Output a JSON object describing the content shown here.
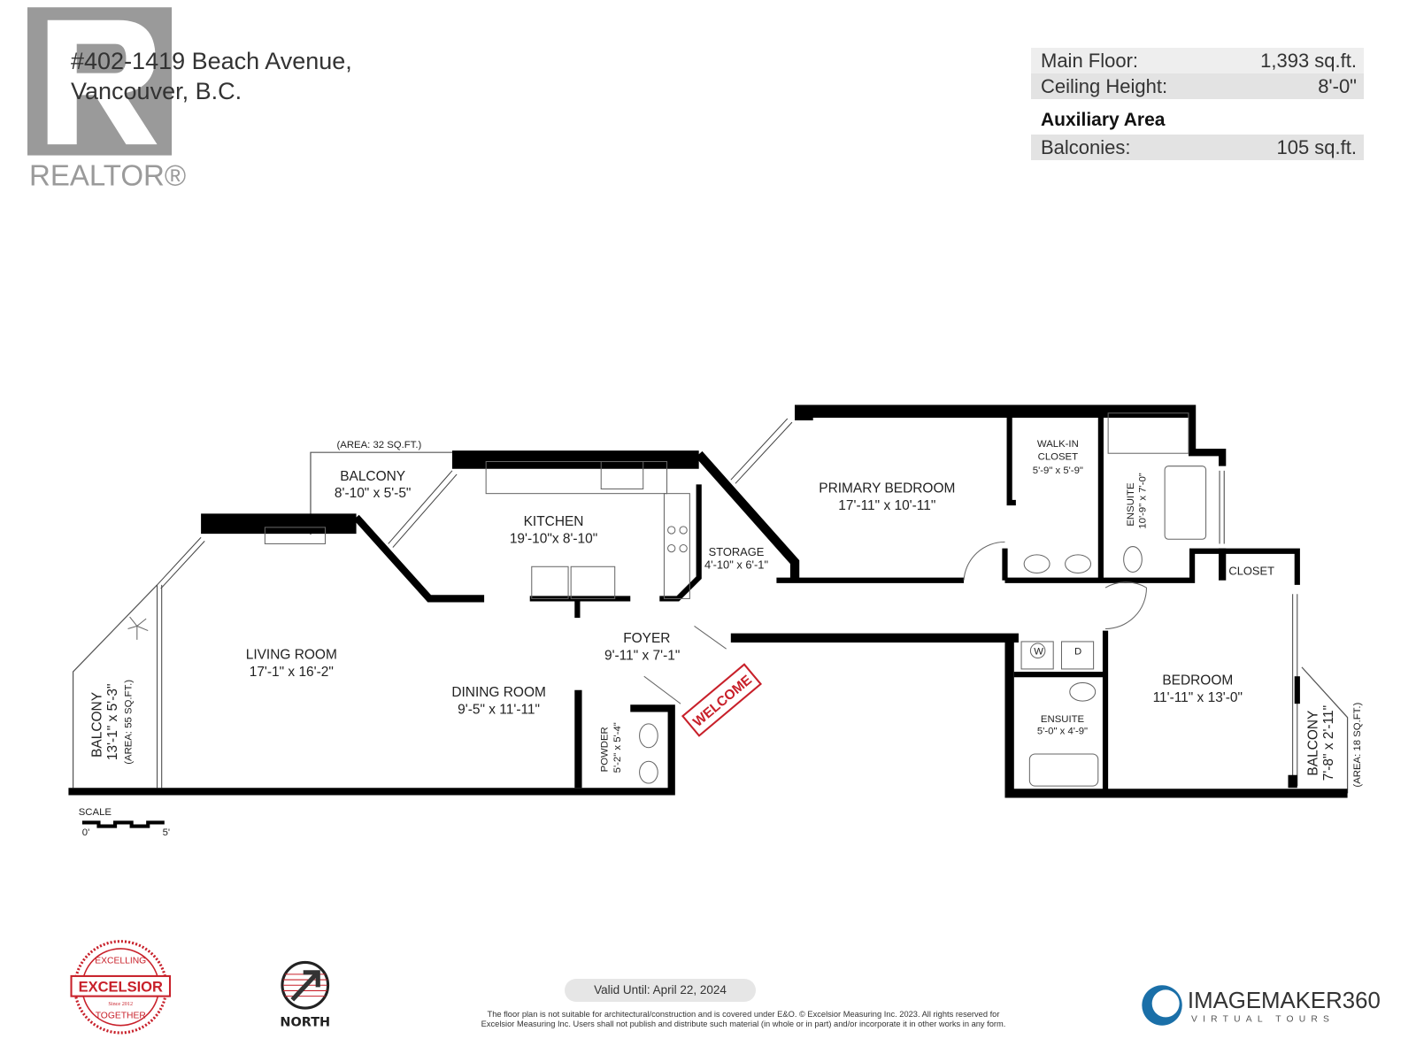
{
  "header": {
    "address_line1": "#402-1419 Beach Avenue,",
    "address_line2": "Vancouver, B.C.",
    "logo_text": "REALTOR®"
  },
  "stats": {
    "main_floor_label": "Main Floor:",
    "main_floor_value": "1,393 sq.ft.",
    "ceiling_label": "Ceiling Height:",
    "ceiling_value": "8'-0\"",
    "auxiliary_heading": "Auxiliary Area",
    "balconies_label": "Balconies:",
    "balconies_value": "105 sq.ft."
  },
  "rooms": {
    "balcony_top": {
      "name": "BALCONY",
      "dims": "8'-10\" x 5'-5\"",
      "area": "(AREA: 32 SQ.FT.)"
    },
    "kitchen": {
      "name": "KITCHEN",
      "dims": "19'-10\"x 8'-10\""
    },
    "storage": {
      "name": "STORAGE",
      "dims": "4'-10\" x 6'-1\""
    },
    "primary_bedroom": {
      "name": "PRIMARY BEDROOM",
      "dims": "17'-11\" x 10'-11\""
    },
    "walk_in_closet": {
      "name1": "WALK-IN",
      "name2": "CLOSET",
      "dims": "5'-9\" x 5'-9\""
    },
    "ensuite_primary": {
      "name": "ENSUITE",
      "dims": "10'-9\" x 7'-0\""
    },
    "closet": {
      "name": "CLOSET"
    },
    "living_room": {
      "name": "LIVING ROOM",
      "dims": "17'-1\" x 16'-2\""
    },
    "balcony_left": {
      "name": "BALCONY",
      "dims": "13'-1\" x 5'-3\"",
      "area": "(AREA: 55 SQ.FT.)"
    },
    "dining_room": {
      "name": "DINING ROOM",
      "dims": "9'-5\" x 11'-11\""
    },
    "foyer": {
      "name": "FOYER",
      "dims": "9'-11\" x 7'-1\""
    },
    "powder": {
      "name": "POWDER",
      "dims": "5'-2\" x 5'-4\""
    },
    "bedroom": {
      "name": "BEDROOM",
      "dims": "11'-11\" x 13'-0\""
    },
    "ensuite_second": {
      "name": "ENSUITE",
      "dims": "5'-0\" x 4'-9\""
    },
    "balcony_right": {
      "name": "BALCONY",
      "dims": "7'-8\" x 2'-11\"",
      "area": "(AREA: 18 SQ.FT.)"
    },
    "washer": "W",
    "dryer": "D",
    "welcome_mat": "WELCOME"
  },
  "scale": {
    "label": "SCALE",
    "start": "0'",
    "end": "5'"
  },
  "footer": {
    "excelsior_top": "EXCELLING",
    "excelsior_name": "EXCELSIOR",
    "excelsior_since": "Since 2012",
    "excelsior_bottom": "TOGETHER",
    "north_label": "NORTH",
    "imagemaker_name": "IMAGEMAKER360",
    "imagemaker_sub": "VIRTUAL TOURS",
    "valid_until": "Valid Until: April 22, 2024",
    "disclaimer_line1": "The floor plan is not suitable for architectural/construction and is covered under E&O. © Excelsior Measuring Inc. 2023. All rights reserved for",
    "disclaimer_line2": "Excelsior Measuring Inc. Users shall not publish and distribute such material (in whole or in part) and/or incorporate it in other works in any form."
  },
  "colors": {
    "wall": "#000000",
    "accent_red": "#c8202a",
    "logo_gray": "#9a9a9a",
    "imagemaker_blue": "#1a6fa8"
  }
}
